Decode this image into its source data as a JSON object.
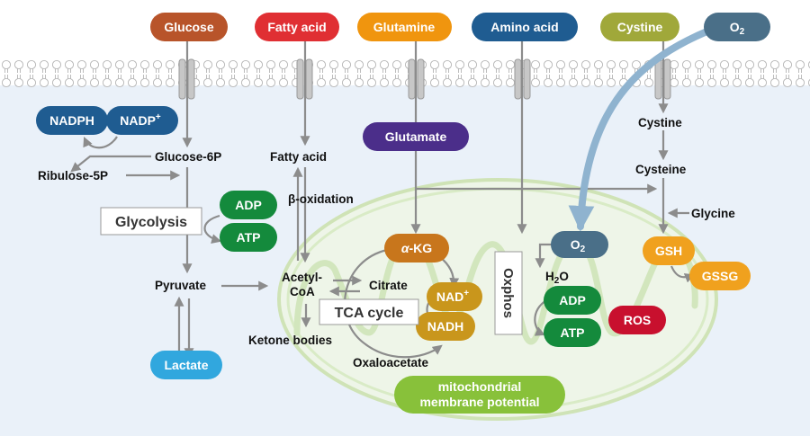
{
  "transporters": {
    "glucose": "Glucose",
    "fatty_acid": "Fatty acid",
    "glutamine": "Glutamine",
    "amino_acid": "Amino acid",
    "cystine": "Cystine",
    "o2": "O",
    "o2_sub": "2"
  },
  "metabolites": {
    "nadph": "NADPH",
    "nadp": "NADP",
    "nadp_sup": "+",
    "glucose_6p": "Glucose-6P",
    "ribulose_5p": "Ribulose-5P",
    "glycolysis": "Glycolysis",
    "adp_left": "ADP",
    "atp_left": "ATP",
    "pyruvate": "Pyruvate",
    "lactate": "Lactate",
    "fatty_acid_inner": "Fatty acid",
    "beta_oxidation": "β-oxidation",
    "acetyl_coa_line1": "Acetyl-",
    "acetyl_coa_line2": "CoA",
    "ketone_bodies": "Ketone bodies",
    "glutamate": "Glutamate",
    "alpha_kg_prefix": "α",
    "alpha_kg_suffix": "-KG",
    "citrate": "Citrate",
    "nad": "NAD",
    "nad_sup": "+",
    "nadh": "NADH",
    "tca_cycle": "TCA cycle",
    "oxaloacetate": "Oxaloacetate",
    "oxphos": "Oxphos",
    "o2_mito": "O",
    "o2_mito_sub": "2",
    "h2o_h": "H",
    "h2o_sub": "2",
    "h2o_o": "O",
    "adp_right": "ADP",
    "atp_right": "ATP",
    "ros": "ROS",
    "cystine_inner": "Cystine",
    "cysteine": "Cysteine",
    "glycine": "Glycine",
    "gsh": "GSH",
    "gssg": "GSSG",
    "mito_potential_line1": "mitochondrial",
    "mito_potential_line2": "membrane potential"
  },
  "colors": {
    "glucose": "#b8542a",
    "fatty_acid": "#e02f33",
    "glutamine": "#f0950e",
    "amino_acid": "#1f5c91",
    "cystine": "#a0a83a",
    "o2": "#4a6f88",
    "nadph": "#1f5c91",
    "glutamate": "#4b2e8a",
    "alpha_kg": "#c8761c",
    "nad": "#c9961c",
    "adp_atp": "#148a3c",
    "ros": "#c8102e",
    "gsh": "#f0a11e",
    "lactate": "#31a7de",
    "mito_potential": "#88c13a",
    "cytoplasm": "#eaf1f9",
    "mito_outline": "#cfe3b6"
  }
}
